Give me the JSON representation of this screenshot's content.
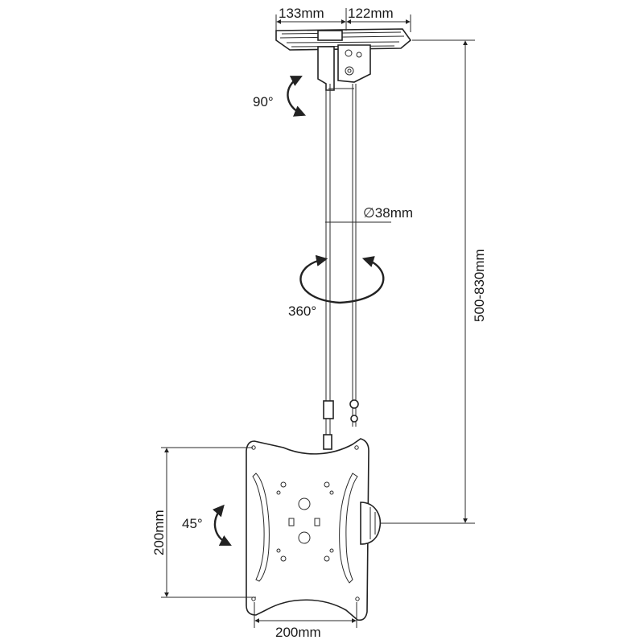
{
  "dimensions": {
    "plate_left": "133mm",
    "plate_right": "122mm",
    "pole_diameter": "∅38mm",
    "height_range": "500-830mm",
    "vesa_height": "200mm",
    "vesa_width": "200mm"
  },
  "rotations": {
    "tilt": "90°",
    "swivel": "360°",
    "rotate": "45°"
  },
  "colors": {
    "line": "#222222",
    "background": "#ffffff"
  },
  "icons": [
    "rotate-arrow-icon",
    "swivel-arrow-icon"
  ]
}
